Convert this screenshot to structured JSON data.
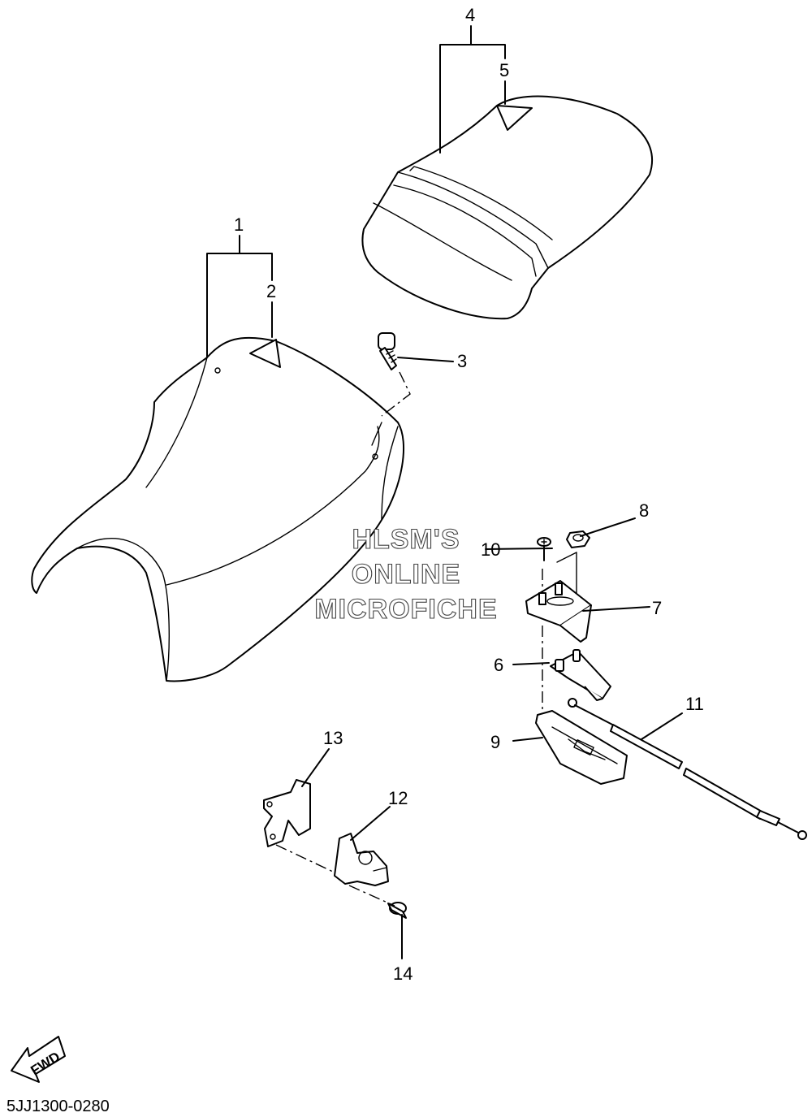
{
  "callouts": [
    {
      "label": "1"
    },
    {
      "label": "2"
    },
    {
      "label": "3"
    },
    {
      "label": "4"
    },
    {
      "label": "5"
    },
    {
      "label": "6"
    },
    {
      "label": "7"
    },
    {
      "label": "8"
    },
    {
      "label": "9"
    },
    {
      "label": "10"
    },
    {
      "label": "11"
    },
    {
      "label": "12"
    },
    {
      "label": "13"
    },
    {
      "label": "14"
    }
  ],
  "watermark": {
    "line1": "HLSM'S",
    "line2": "ONLINE",
    "line3": "MICROFICHE"
  },
  "direction_arrow": {
    "label": "FWD"
  },
  "diagram_code": "5JJ1300-0280"
}
